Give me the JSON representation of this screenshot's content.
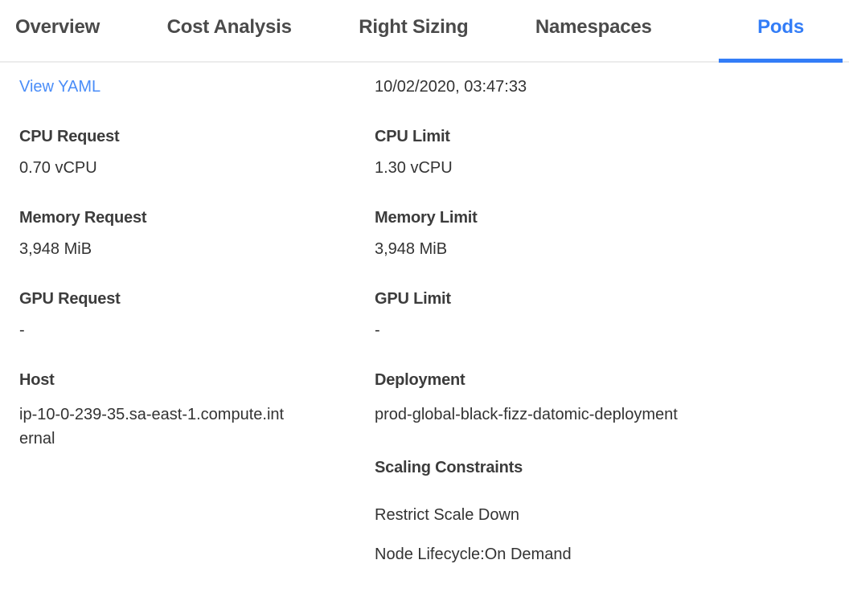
{
  "tab_bar": {
    "tabs": [
      {
        "label": "Overview"
      },
      {
        "label": "Cost Analysis"
      },
      {
        "label": "Right Sizing"
      },
      {
        "label": "Namespaces"
      },
      {
        "label": "Pods"
      }
    ],
    "active_tab": "Pods"
  },
  "pod_details": {
    "view_yaml_link": "View YAML",
    "last_updated": "10/02/2020, 03:47:33",
    "fields_left": [
      {
        "label": "CPU Request",
        "value": "0.70 vCPU"
      },
      {
        "label": "Memory Request",
        "value": "3,948 MiB"
      },
      {
        "label": "GPU Request",
        "value": "-"
      },
      {
        "label": "Host",
        "value": "ip-10-0-239-35.sa-east-1.compute.internal"
      }
    ],
    "fields_right": [
      {
        "label": "CPU Limit",
        "value": "1.30 vCPU"
      },
      {
        "label": "Memory Limit",
        "value": "3,948 MiB"
      },
      {
        "label": "GPU Limit",
        "value": "-"
      },
      {
        "label": "Deployment",
        "value": "prod-global-black-fizz-datomic-deployment"
      }
    ],
    "scaling_constraints": {
      "header": "Scaling Constraints",
      "items": [
        "Restrict Scale Down",
        "Node Lifecycle:On Demand"
      ]
    }
  },
  "colors": {
    "accent": "#337df7",
    "link": "#4a8df8",
    "tab_inactive": "#4a4a4a",
    "label_text": "#3c3c3c",
    "value_text": "#333333",
    "divider": "#ececec"
  }
}
